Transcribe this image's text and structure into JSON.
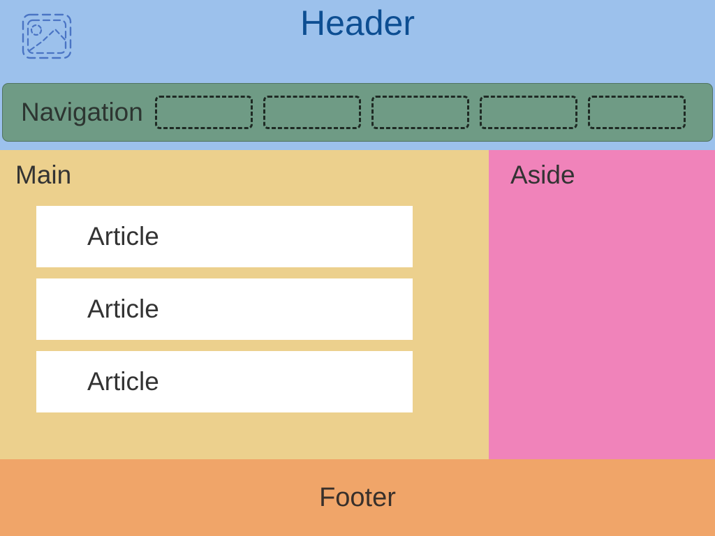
{
  "header": {
    "title": "Header",
    "image_placeholder_icon": "image-placeholder-icon"
  },
  "navigation": {
    "label": "Navigation",
    "link_placeholders": [
      "",
      "",
      "",
      "",
      ""
    ]
  },
  "main": {
    "label": "Main",
    "articles": [
      {
        "title": "Article"
      },
      {
        "title": "Article"
      },
      {
        "title": "Article"
      }
    ]
  },
  "aside": {
    "label": "Aside"
  },
  "footer": {
    "label": "Footer"
  },
  "colors": {
    "page_and_header_bg": "#9cc1ec",
    "header_text": "#0d4e92",
    "nav_bg": "#6f9b85",
    "nav_dashed_border": "#1f2a24",
    "main_bg": "#ecd08d",
    "aside_bg": "#f083ba",
    "footer_bg": "#f0a569",
    "article_bg": "#ffffff",
    "label_text": "#333333",
    "icon_stroke": "#4a74c4"
  }
}
